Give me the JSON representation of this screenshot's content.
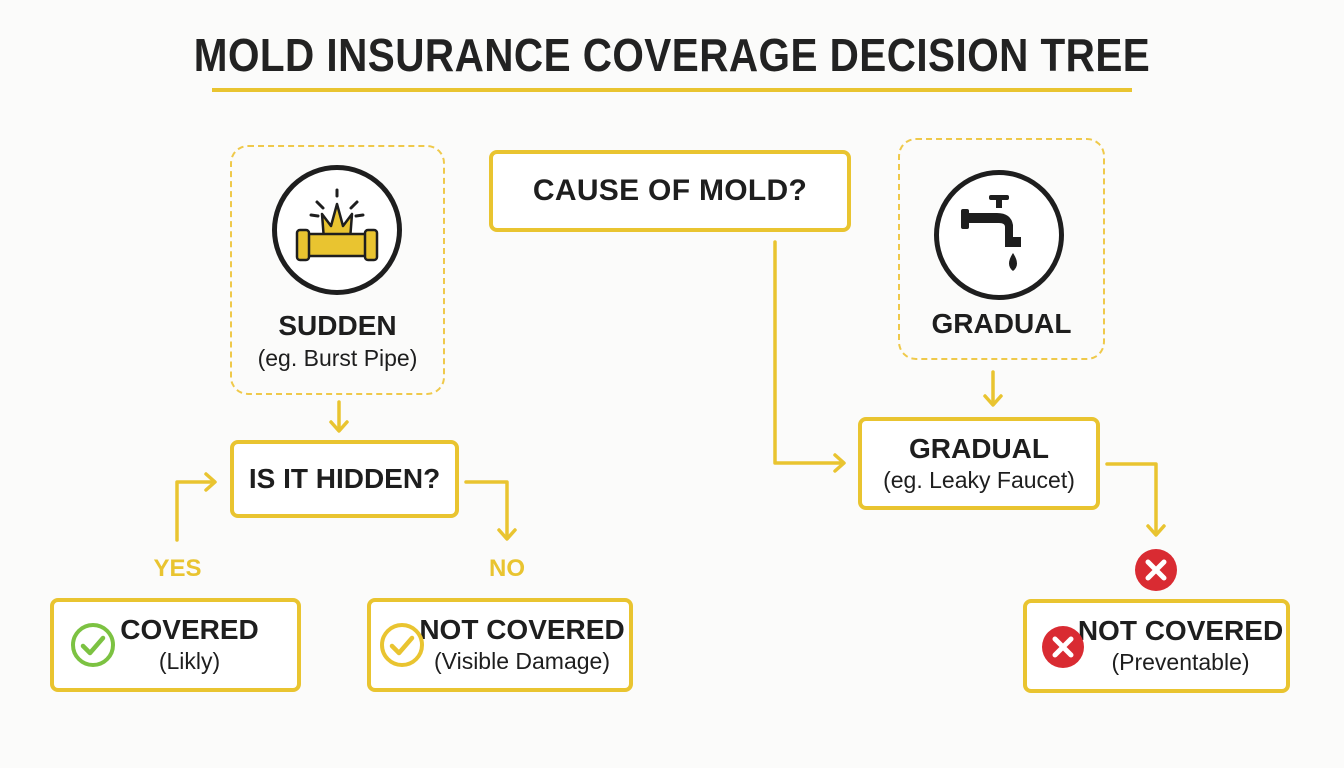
{
  "title": "MOLD INSURANCE COVERAGE DECISION TREE",
  "root": {
    "label": "CAUSE OF MOLD?"
  },
  "sudden": {
    "title": "SUDDEN",
    "subtitle": "(eg. Burst Pipe)",
    "icon": "burst-pipe-icon"
  },
  "gradual_card": {
    "title": "GRADUAL",
    "icon": "leaky-faucet-icon"
  },
  "hidden_question": {
    "label": "IS IT HIDDEN?"
  },
  "branch_labels": {
    "yes": "YES",
    "no": "NO"
  },
  "gradual_box": {
    "title": "GRADUAL",
    "subtitle": "(eg. Leaky Faucet)"
  },
  "outcomes": {
    "covered": {
      "title": "COVERED",
      "subtitle": "(Likly)",
      "icon": "green-check-icon"
    },
    "not_covered_visible": {
      "title": "NOT COVERED",
      "subtitle": "(Visible Damage)",
      "icon": "yellow-check-icon"
    },
    "not_covered_preventable": {
      "title": "NOT COVERED",
      "subtitle": "(Preventable)",
      "icon": "red-x-icon"
    }
  },
  "colors": {
    "accent": "#e9c430",
    "green": "#7cc242",
    "red": "#d92b32",
    "text": "#1e1e1e"
  }
}
